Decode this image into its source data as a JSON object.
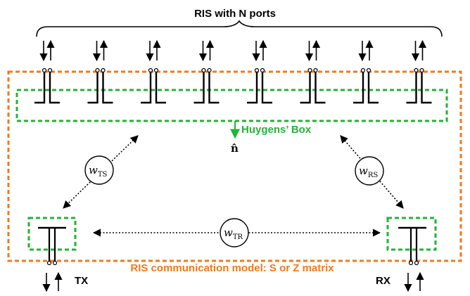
{
  "title": "RIS with N ports",
  "huygens_label": "Huygens’ Box",
  "normal_symbol": "n̂",
  "tx_label": "TX",
  "rx_label": "RX",
  "model_label": "RIS communication model: S or Z matrix",
  "weights": [
    {
      "base": "w",
      "sub": "TS"
    },
    {
      "base": "w",
      "sub": "RS"
    },
    {
      "base": "w",
      "sub": "TR"
    }
  ],
  "port_count": 8,
  "colors": {
    "orange": "#f07a1f",
    "green": "#22b33a",
    "line": "#000000"
  }
}
